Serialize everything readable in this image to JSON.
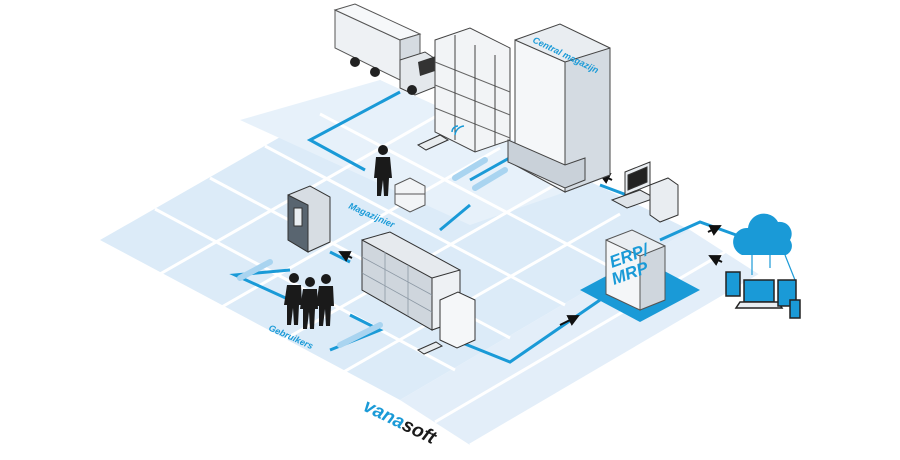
{
  "labels": {
    "magazijnier": "Magazijnier",
    "gebruikers": "Gebruikers",
    "central_magazijn": "Central magazijn",
    "erp_line1": "ERP/",
    "erp_line2": "MRP"
  },
  "brand": {
    "part1": "vana",
    "part2": "soft"
  },
  "colors": {
    "accent": "#1a9ad7",
    "floor": "#dcebf8",
    "floor_dark": "#c5def3",
    "equipment": "#e9edf1",
    "dark": "#1d1d1d"
  },
  "icons": [
    "truck-icon",
    "shelving-icon",
    "vertical-lift-icon",
    "person-icon",
    "cart-icon",
    "scanner-icon",
    "computer-icon",
    "server-icon",
    "vending-cabinet-icon",
    "cloud-icon",
    "devices-icon"
  ]
}
